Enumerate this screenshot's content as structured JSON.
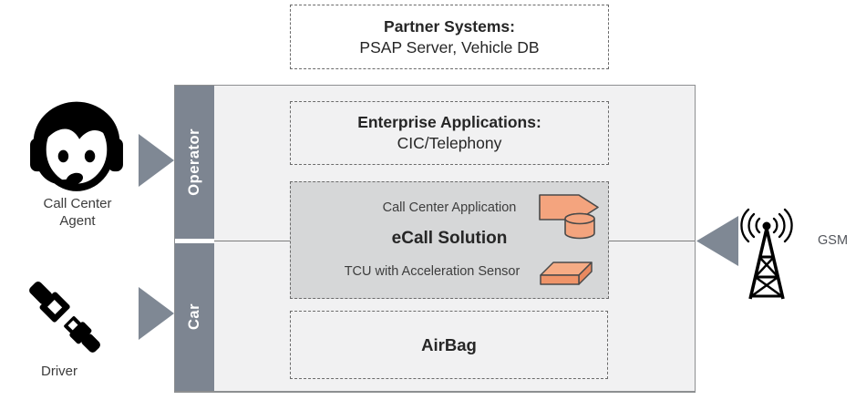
{
  "partner_box": {
    "title": "Partner Systems:",
    "subtitle": "PSAP Server, Vehicle DB"
  },
  "lanes": {
    "operator_label": "Operator",
    "car_label": "Car"
  },
  "enterprise_box": {
    "title": "Enterprise Applications:",
    "subtitle": "CIC/Telephony"
  },
  "ecall_box": {
    "app_label": "Call Center Application",
    "title": "eCall Solution",
    "tcu_label": "TCU with Acceleration Sensor"
  },
  "airbag_box": {
    "title": "AirBag"
  },
  "actors": {
    "agent": {
      "label_lines": [
        "Call Center",
        "Agent"
      ]
    },
    "driver": {
      "label": "Driver"
    },
    "gsm": {
      "label": "GSM"
    }
  },
  "colors": {
    "lane_bar": "#7d8591",
    "arrow": "#7f8894",
    "panel_fill": "#f1f1f2",
    "ecall_fill": "#d6d7d8",
    "shape_orange": "#f4a47e",
    "shape_orange_dark": "#e9895f",
    "text_dark": "#262626"
  }
}
